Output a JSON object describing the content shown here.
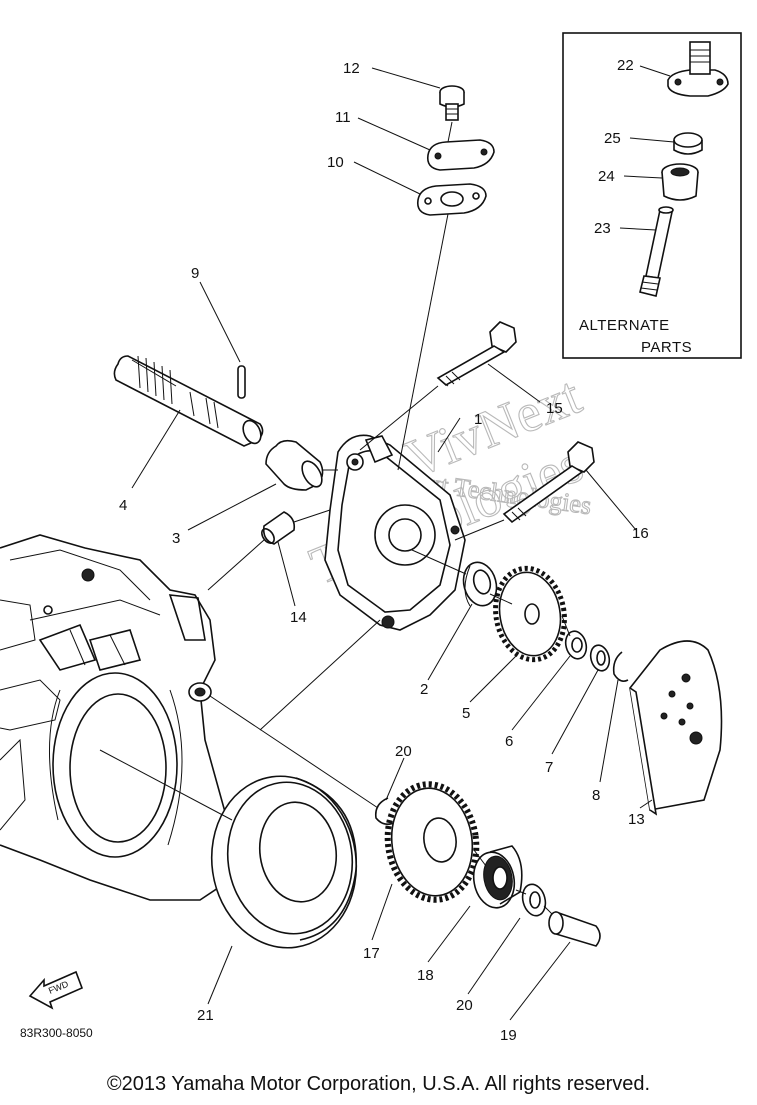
{
  "diagram": {
    "callouts": {
      "p1": "1",
      "p2": "2",
      "p3": "3",
      "p4": "4",
      "p5": "5",
      "p6": "6",
      "p7": "7",
      "p8": "8",
      "p9": "9",
      "p10": "10",
      "p11": "11",
      "p12": "12",
      "p13": "13",
      "p14": "14",
      "p15": "15",
      "p16": "16",
      "p17": "17",
      "p18": "18",
      "p19": "19",
      "p20a": "20",
      "p20b": "20",
      "p21": "21",
      "p22": "22",
      "p23": "23",
      "p24": "24",
      "p25": "25"
    },
    "alternate_box": {
      "line1": "ALTERNATE",
      "line2": "PARTS"
    },
    "fwd_label": "FWD",
    "drawing_ref": "83R300-8050",
    "watermark": {
      "line1": "VivNext Technologies",
      "line2": "VivNext",
      "line3": "Technologies"
    }
  },
  "footer": {
    "copyright": "©2013 Yamaha Motor Corporation, U.S.A. All rights reserved."
  }
}
